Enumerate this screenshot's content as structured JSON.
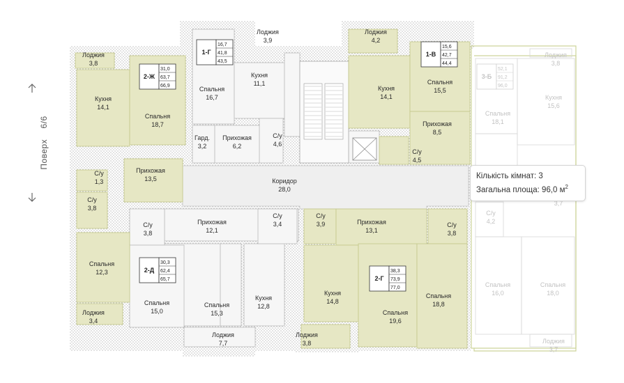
{
  "floor": {
    "label": "Поверх",
    "value": "6/6"
  },
  "tooltip": {
    "rooms_label": "Кількість кімнат:",
    "rooms_value": "3",
    "area_label": "Загальна площа:",
    "area_value": "96,0",
    "area_unit": "м",
    "area_sup": "2"
  },
  "apartments": [
    {
      "code": "1-Г",
      "living": "16,7",
      "kitchen": "41,8",
      "total": "43,5"
    },
    {
      "code": "2-Ж",
      "living": "31,0",
      "kitchen": "63,7",
      "total": "66,9"
    },
    {
      "code": "1-В",
      "living": "15,6",
      "kitchen": "42,7",
      "total": "44,4"
    },
    {
      "code": "3-Б",
      "living": "52,1",
      "kitchen": "91,2",
      "total": "96,0"
    },
    {
      "code": "2-Д",
      "living": "30,3",
      "kitchen": "62,4",
      "total": "65,7"
    },
    {
      "code": "2-Г",
      "living": "38,3",
      "kitchen": "73,9",
      "total": "77,0"
    }
  ],
  "rooms": [
    {
      "name": "Лоджия",
      "area": "3,8"
    },
    {
      "name": "Кухня",
      "area": "14,1"
    },
    {
      "name": "Спальня",
      "area": "18,7"
    },
    {
      "name": "С/у",
      "area": "1,3"
    },
    {
      "name": "Прихожая",
      "area": "13,5"
    },
    {
      "name": "С/у",
      "area": "3,8"
    },
    {
      "name": "Спальня",
      "area": "12,3"
    },
    {
      "name": "Лоджия",
      "area": "3,4"
    },
    {
      "name": "Спальня",
      "area": "16,7"
    },
    {
      "name": "Лоджия",
      "area": "3,9"
    },
    {
      "name": "Кухня",
      "area": "11,1"
    },
    {
      "name": "Гард.",
      "area": "3,2"
    },
    {
      "name": "Прихожая",
      "area": "6,2"
    },
    {
      "name": "С/у",
      "area": "4,6"
    },
    {
      "name": "Лоджия",
      "area": "4,2"
    },
    {
      "name": "Кухня",
      "area": "14,1"
    },
    {
      "name": "Спальня",
      "area": "15,5"
    },
    {
      "name": "Прихожая",
      "area": "8,5"
    },
    {
      "name": "С/у",
      "area": "4,5"
    },
    {
      "name": "Лоджия",
      "area": "3,8"
    },
    {
      "name": "Спальня",
      "area": "18,1"
    },
    {
      "name": "Кухня",
      "area": "15,6"
    },
    {
      "name": "Коридор",
      "area": "28,0"
    },
    {
      "name": "С/у",
      "area": "3,8"
    },
    {
      "name": "Прихожая",
      "area": "12,1"
    },
    {
      "name": "С/у",
      "area": "3,4"
    },
    {
      "name": "С/у",
      "area": "3,9"
    },
    {
      "name": "Прихожая",
      "area": "13,1"
    },
    {
      "name": "С/у",
      "area": "3,8"
    },
    {
      "name": "Спальня",
      "area": "15,0"
    },
    {
      "name": "Спальня",
      "area": "15,3"
    },
    {
      "name": "Кухня",
      "area": "12,8"
    },
    {
      "name": "Кухня",
      "area": "14,8"
    },
    {
      "name": "Спальня",
      "area": "19,6"
    },
    {
      "name": "Спальня",
      "area": "18,8"
    },
    {
      "name": "Лоджия",
      "area": "7,7"
    },
    {
      "name": "Лоджия",
      "area": "3,8"
    },
    {
      "name": "С/у",
      "area": "4,2"
    },
    {
      "name": "",
      "area": "3,7"
    },
    {
      "name": "Спальня",
      "area": "16,0"
    },
    {
      "name": "Спальня",
      "area": "18,0"
    },
    {
      "name": "Лоджия",
      "area": "3,7"
    }
  ],
  "colors": {
    "accent_fill": "#e6e7c4",
    "accent_stroke": "#c4c98a",
    "wall": "#9a9a9a",
    "corridor": "#efefef",
    "plain": "#f7f7f7",
    "faded_text": "#c2c2c2"
  }
}
